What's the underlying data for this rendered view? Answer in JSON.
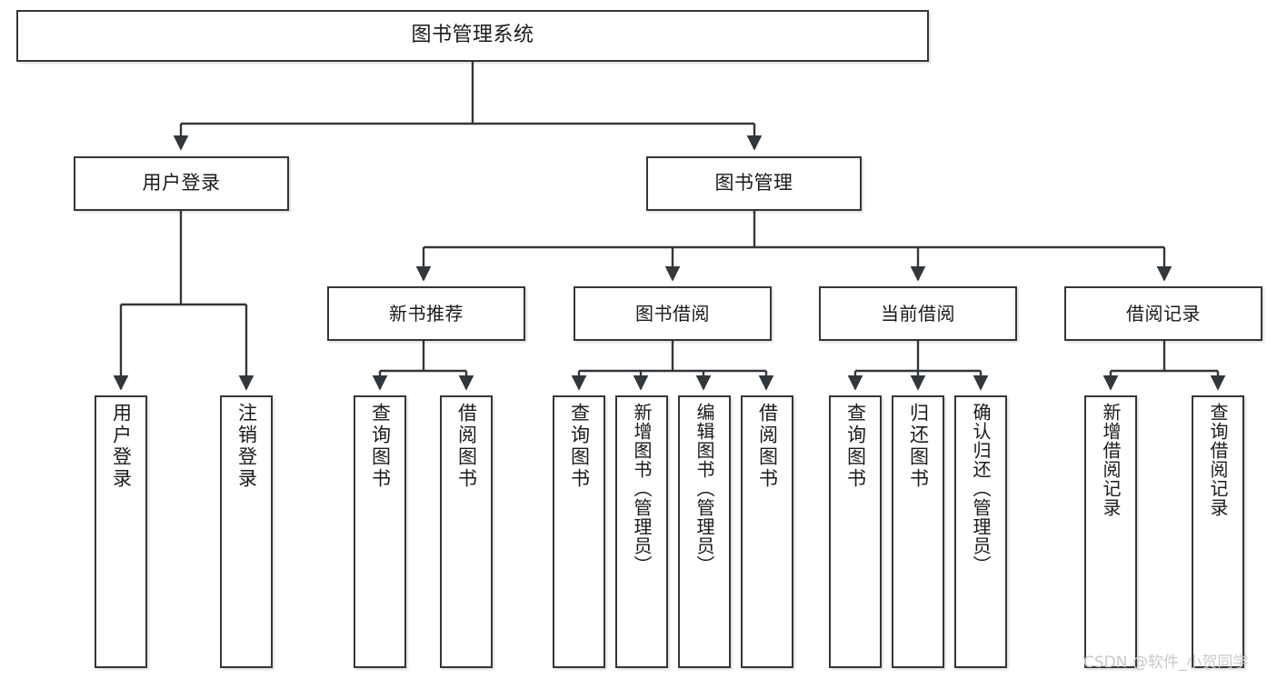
{
  "diagram": {
    "title": "图书管理系统",
    "type": "hierarchy-tree",
    "watermark": "CSDN @软件_小贺同学",
    "colors": {
      "background": "#ffffff",
      "node_border": "#32373b",
      "node_fill": "#ffffff",
      "edge": "#32373b",
      "text": "#1a1a1a",
      "watermark": "#c9c9c9"
    },
    "root": {
      "label": "图书管理系统"
    },
    "level1": [
      {
        "label": "用户登录"
      },
      {
        "label": "图书管理"
      }
    ],
    "level2": [
      {
        "label": "新书推荐"
      },
      {
        "label": "图书借阅"
      },
      {
        "label": "当前借阅"
      },
      {
        "label": "借阅记录"
      }
    ],
    "leaves": {
      "user_login": [
        {
          "label": "用户登录"
        },
        {
          "label": "注销登录"
        }
      ],
      "new_book": [
        {
          "label": "查询图书"
        },
        {
          "label": "借阅图书"
        }
      ],
      "book_borrow": [
        {
          "label": "查询图书"
        },
        {
          "label": "新增图书（管理员）"
        },
        {
          "label": "编辑图书（管理员）"
        },
        {
          "label": "借阅图书"
        }
      ],
      "current_borrow": [
        {
          "label": "查询图书"
        },
        {
          "label": "归还图书"
        },
        {
          "label": "确认归还（管理员）"
        }
      ],
      "borrow_record": [
        {
          "label": "新增借阅记录"
        },
        {
          "label": "查询借阅记录"
        }
      ]
    }
  }
}
